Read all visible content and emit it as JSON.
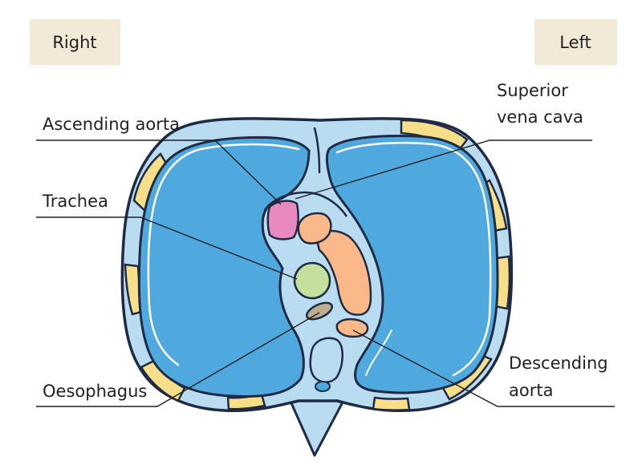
{
  "orientation": {
    "right": "Right",
    "left": "Left"
  },
  "labels": {
    "ascending_aorta": "Ascending aorta",
    "superior_vena_cava": [
      "Superior",
      "vena cava"
    ],
    "trachea": "Trachea",
    "oesophagus": "Oesophagus",
    "descending_aorta": [
      "Descending",
      "aorta"
    ]
  },
  "colors": {
    "background": "#ffffff",
    "orientation_box": "#f2ead7",
    "body_wall": "#b9dcf1",
    "lung": "#4fa9df",
    "outline": "#1f2a44",
    "fat": "#f7df8a",
    "aorta_orange": "#fbb98a",
    "vena_cava_pink": "#e88ac0",
    "trachea_green": "#c5df9e",
    "oesophagus_brown": "#bdae8e"
  }
}
